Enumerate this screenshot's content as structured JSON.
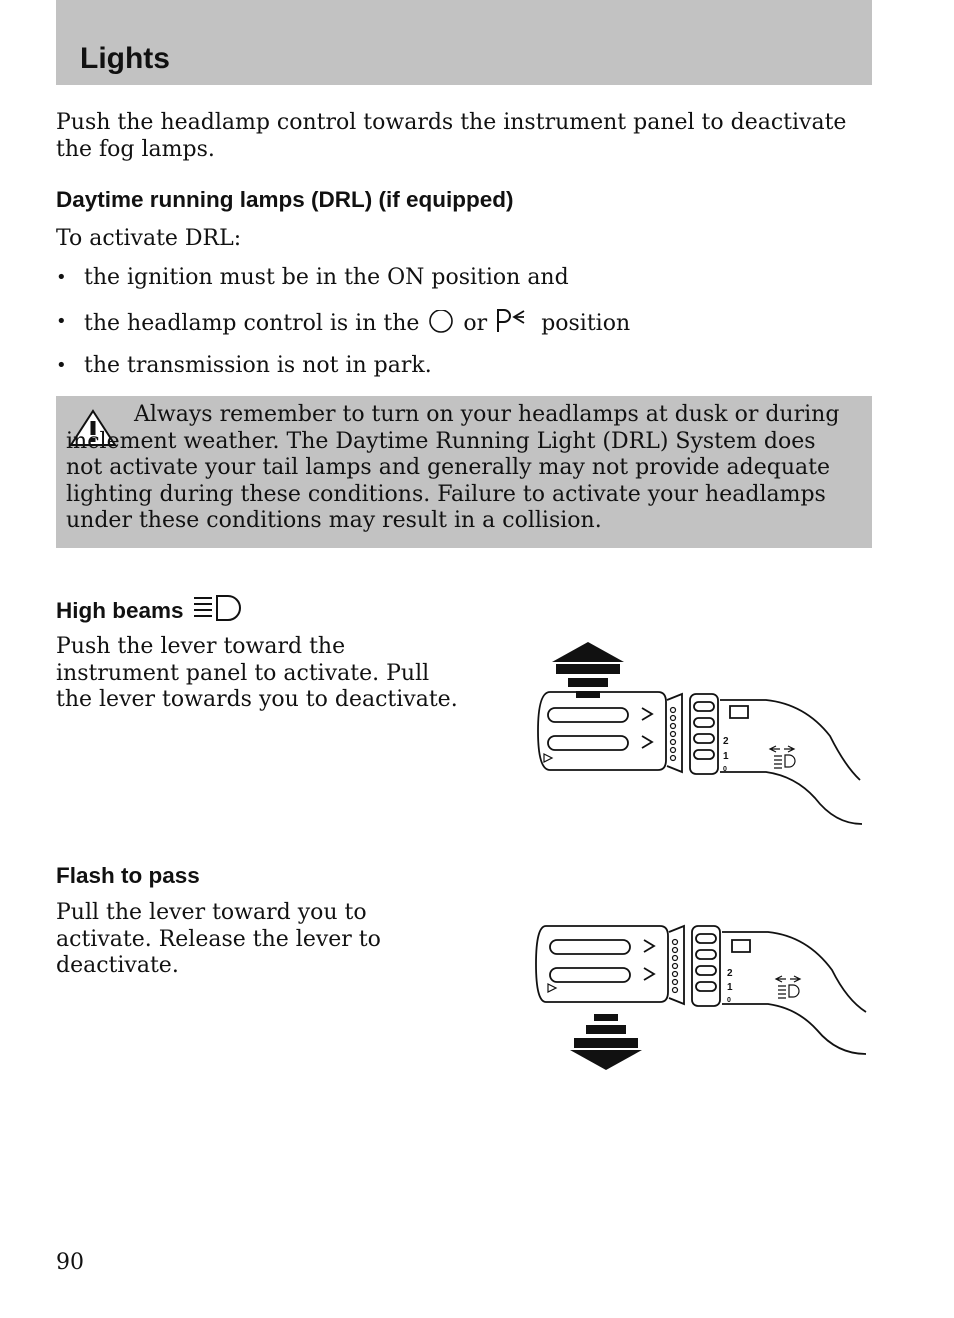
{
  "header": {
    "title": "Lights"
  },
  "intro": {
    "text": "Push the headlamp control towards the instrument panel to deactivate the fog lamps."
  },
  "drl": {
    "heading": "Daytime running lamps (DRL) (if equipped)",
    "lead": "To activate DRL:",
    "bullet1": "the ignition must be in the ON position and",
    "bullet2_pre": "the headlamp control is in the",
    "bullet2_or": "or",
    "bullet2_post": "position",
    "bullet3": "the transmission is not in park."
  },
  "warning": {
    "text": "Always remember to turn on your headlamps at dusk or during inclement weather. The Daytime Running Light (DRL) System does not activate your tail lamps and generally may not provide adequate lighting during these conditions. Failure to activate your headlamps under these conditions may result in a collision."
  },
  "high_beams": {
    "heading": "High beams",
    "text": "Push the lever toward the instrument panel to activate. Pull the lever towards you to deactivate."
  },
  "flash_to_pass": {
    "heading": "Flash to pass",
    "text": "Pull the lever toward you to activate. Release the lever to deactivate."
  },
  "lever_labels": {
    "speed2": "2",
    "speed1": "1",
    "speed0": "0"
  },
  "page": {
    "number": "90"
  },
  "icons": {
    "warning": "warning-triangle-icon",
    "headlamp_off": "circle-icon",
    "parking_lamps": "parking-lamp-icon",
    "high_beam": "high-beam-icon",
    "arrow_up": "arrow-up-icon",
    "arrow_down": "arrow-down-icon"
  },
  "colors": {
    "header_bg": "#c2c2c2",
    "warning_bg": "#c2c2c2"
  }
}
